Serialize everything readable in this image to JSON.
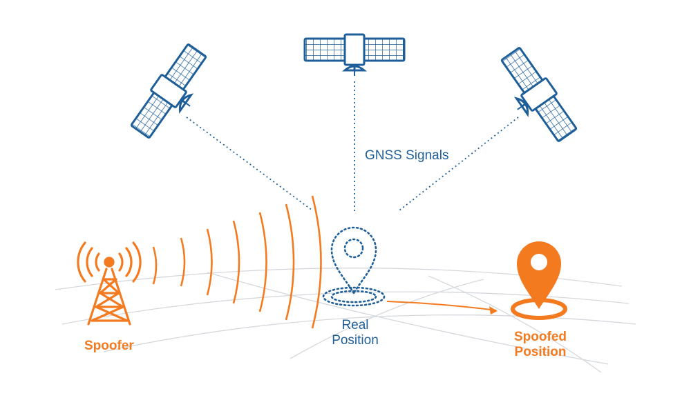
{
  "colors": {
    "blue": "#1f5f99",
    "orange": "#f47a20",
    "grid": "#d4d8dc"
  },
  "labels": {
    "gnss_signals": "GNSS Signals",
    "real_position_line1": "Real",
    "real_position_line2": "Position",
    "spoofer": "Spoofer",
    "spoofed_position_line1": "Spoofed",
    "spoofed_position_line2": "Position"
  },
  "icons": {
    "satellites": [
      "satellite-icon",
      "satellite-icon",
      "satellite-icon"
    ],
    "spoofer": "radio-tower-icon",
    "real_position": "location-pin-icon",
    "spoofed_position": "location-pin-icon"
  }
}
